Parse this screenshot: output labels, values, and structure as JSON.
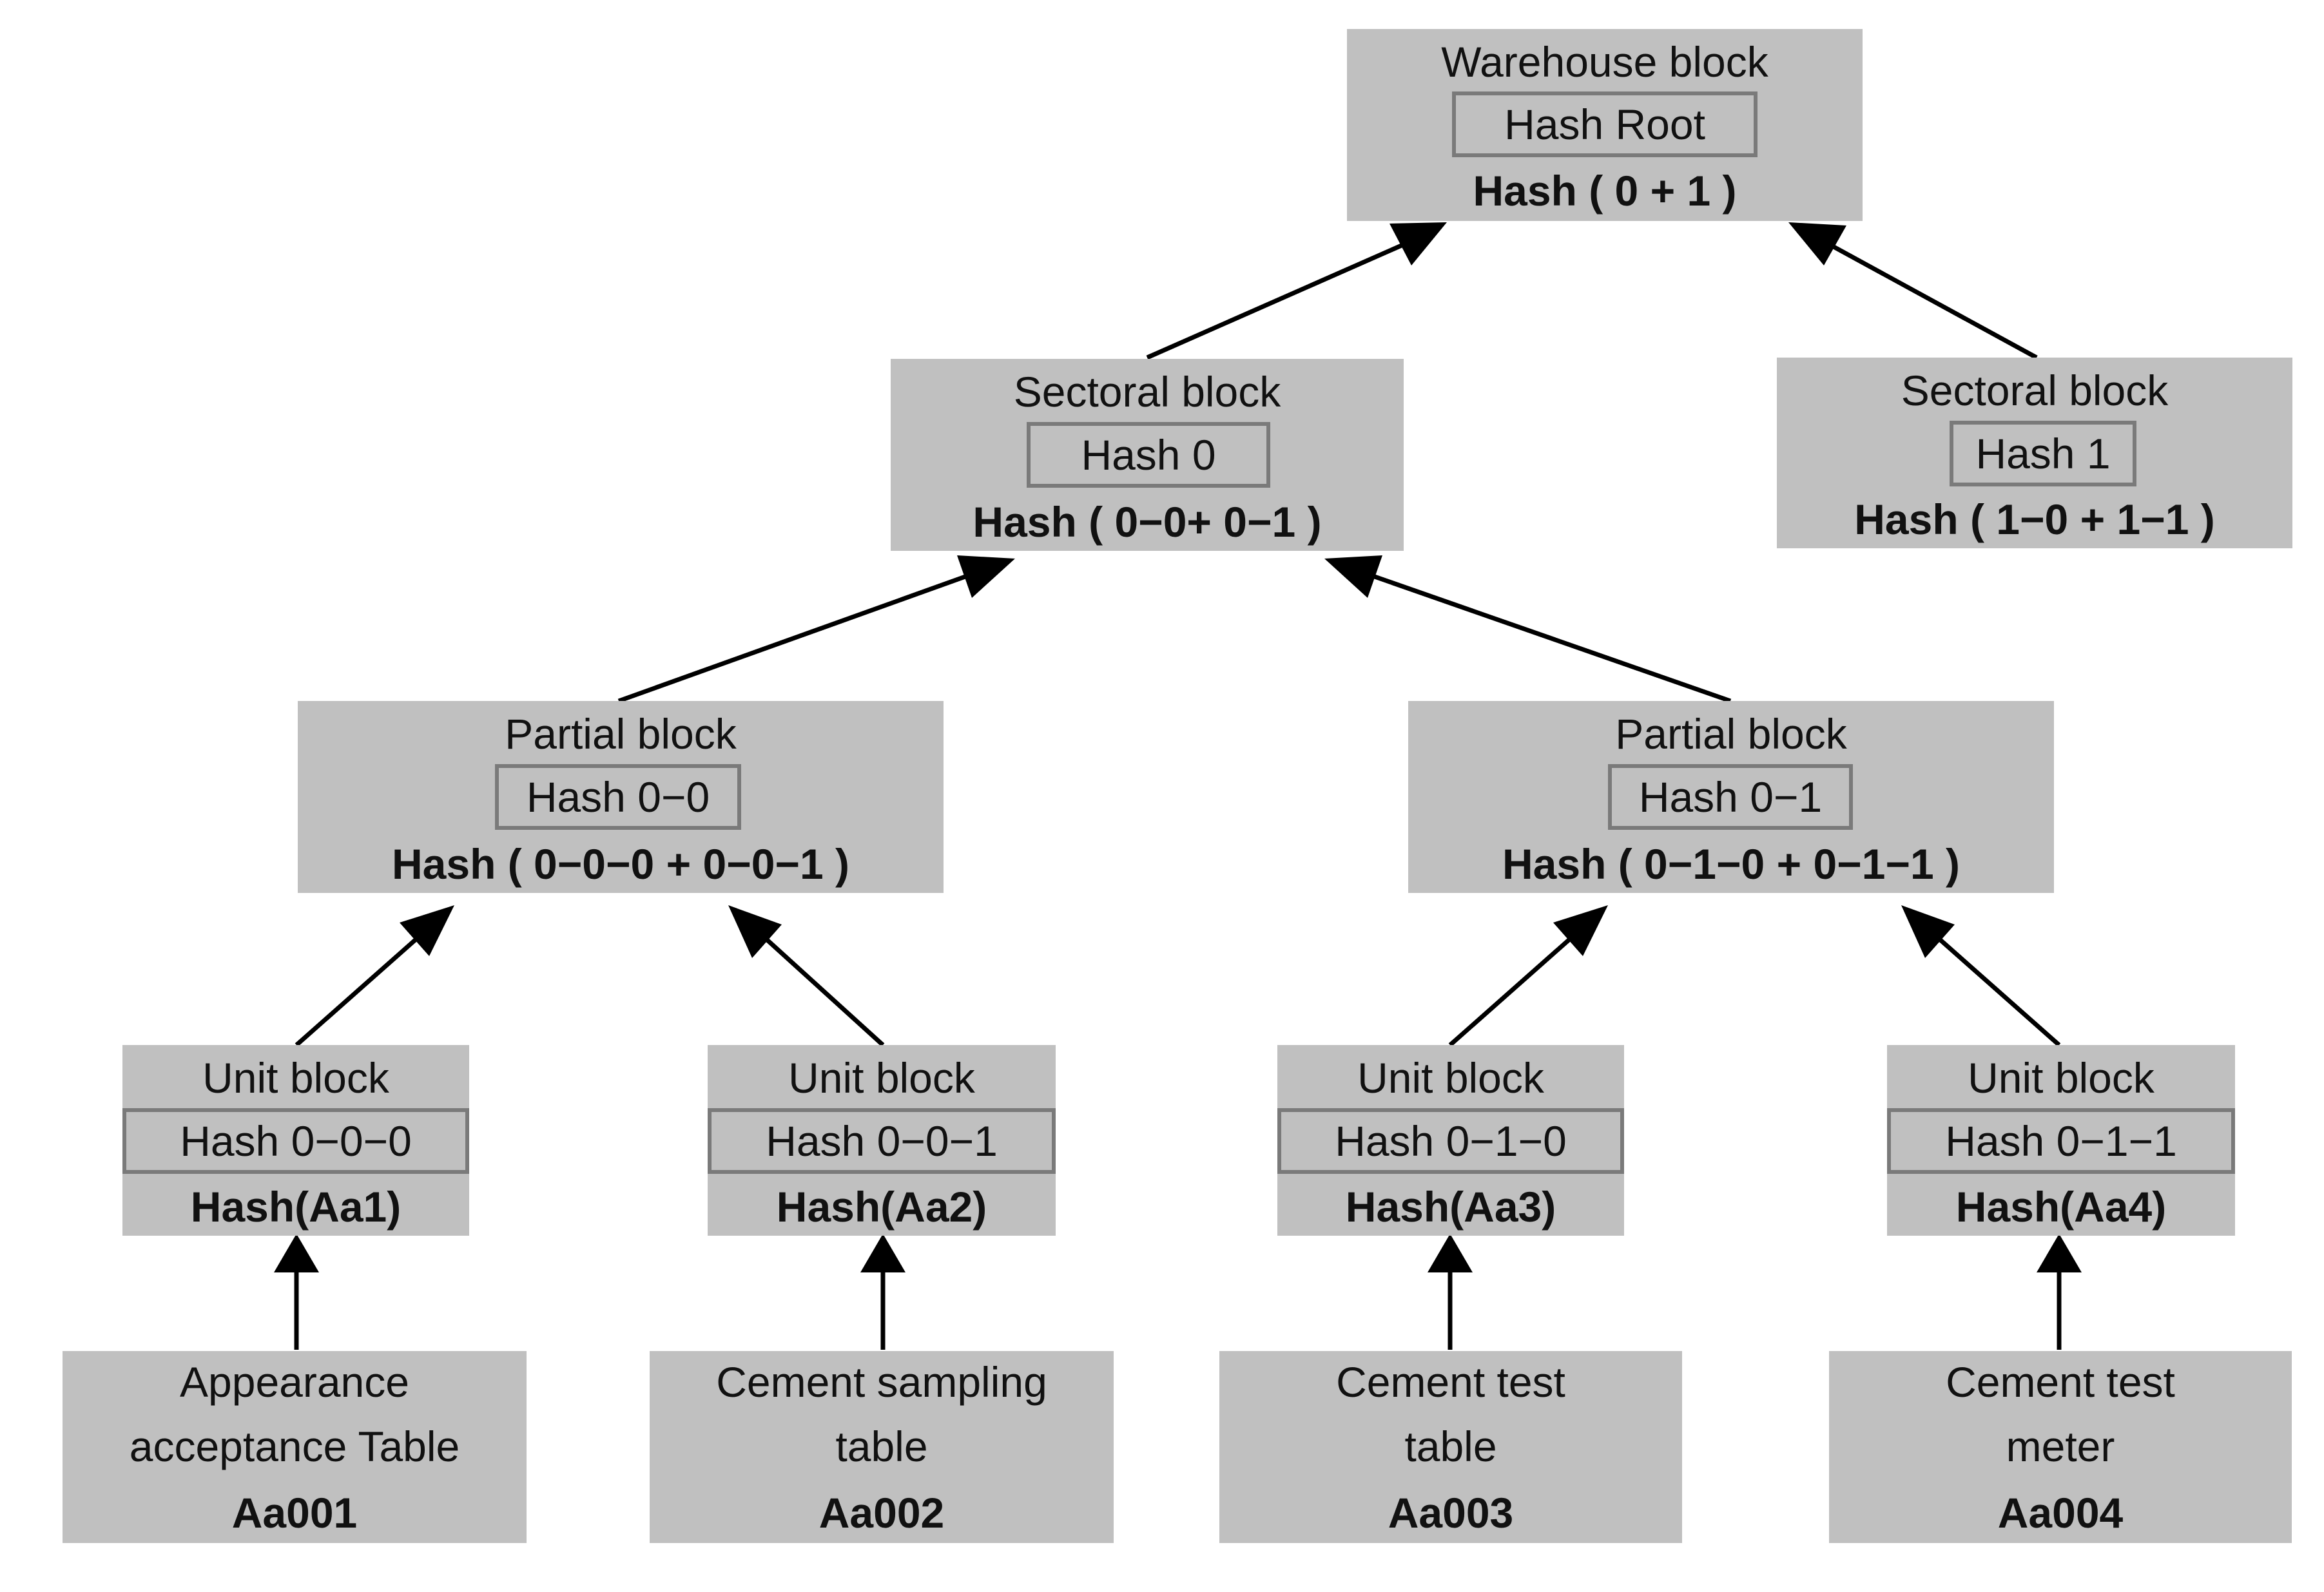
{
  "blocks": {
    "warehouse": {
      "title": "Warehouse block",
      "hash": "Hash Root",
      "formula": "Hash ( 0 + 1 )"
    },
    "sectoral_0": {
      "title": "Sectoral block",
      "hash": "Hash 0",
      "formula": "Hash ( 0−0+ 0−1 )"
    },
    "sectoral_1": {
      "title": "Sectoral block",
      "hash": "Hash 1",
      "formula": "Hash ( 1−0 + 1−1 )"
    },
    "partial_00": {
      "title": "Partial block",
      "hash": "Hash 0−0",
      "formula": "Hash ( 0−0−0 + 0−0−1 )"
    },
    "partial_01": {
      "title": "Partial block",
      "hash": "Hash 0−1",
      "formula": "Hash ( 0−1−0 + 0−1−1 )"
    },
    "unit_000": {
      "title": "Unit block",
      "hash": "Hash 0−0−0",
      "formula": "Hash(Aa1)"
    },
    "unit_001": {
      "title": "Unit block",
      "hash": "Hash 0−0−1",
      "formula": "Hash(Aa2)"
    },
    "unit_010": {
      "title": "Unit block",
      "hash": "Hash 0−1−0",
      "formula": "Hash(Aa3)"
    },
    "unit_011": {
      "title": "Unit block",
      "hash": "Hash 0−1−1",
      "formula": "Hash(Aa4)"
    }
  },
  "documents": [
    {
      "line1": "Appearance",
      "line2": "acceptance Table",
      "code": "Aa001"
    },
    {
      "line1": "Cement sampling",
      "line2": "table",
      "code": "Aa002"
    },
    {
      "line1": "Cement test",
      "line2": "table",
      "code": "Aa003"
    },
    {
      "line1": "Cement test",
      "line2": "meter",
      "code": "Aa004"
    }
  ],
  "colors": {
    "block_fill": "#c0c0c0",
    "inner_border": "#7a7a7a",
    "arrow": "#000000"
  }
}
